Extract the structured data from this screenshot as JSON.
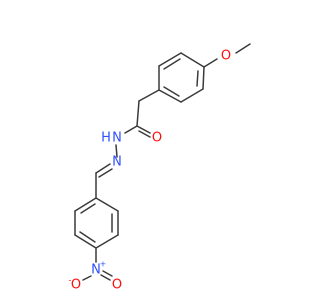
{
  "molecule": {
    "atoms": {
      "o_methoxy": {
        "symbol": "O",
        "color": "#ff0d0d"
      },
      "o_carbonyl": {
        "symbol": "O",
        "color": "#ff0d0d"
      },
      "n_amide": {
        "symbol": "N",
        "color": "#3050f8"
      },
      "h_amide": {
        "symbol": "H",
        "color": "#3050f8"
      },
      "n_imine": {
        "symbol": "N",
        "color": "#3050f8"
      },
      "n_nitro": {
        "symbol": "N",
        "color": "#3050f8"
      },
      "n_nitro_charge": {
        "symbol": "+",
        "color": "#3050f8"
      },
      "o_nitro_left": {
        "symbol": "O",
        "color": "#ff0d0d"
      },
      "o_nitro_left_charge": {
        "symbol": "-",
        "color": "#ff0d0d"
      },
      "o_nitro_right": {
        "symbol": "O",
        "color": "#ff0d0d"
      }
    },
    "bond_color": "#3a3a3a"
  }
}
